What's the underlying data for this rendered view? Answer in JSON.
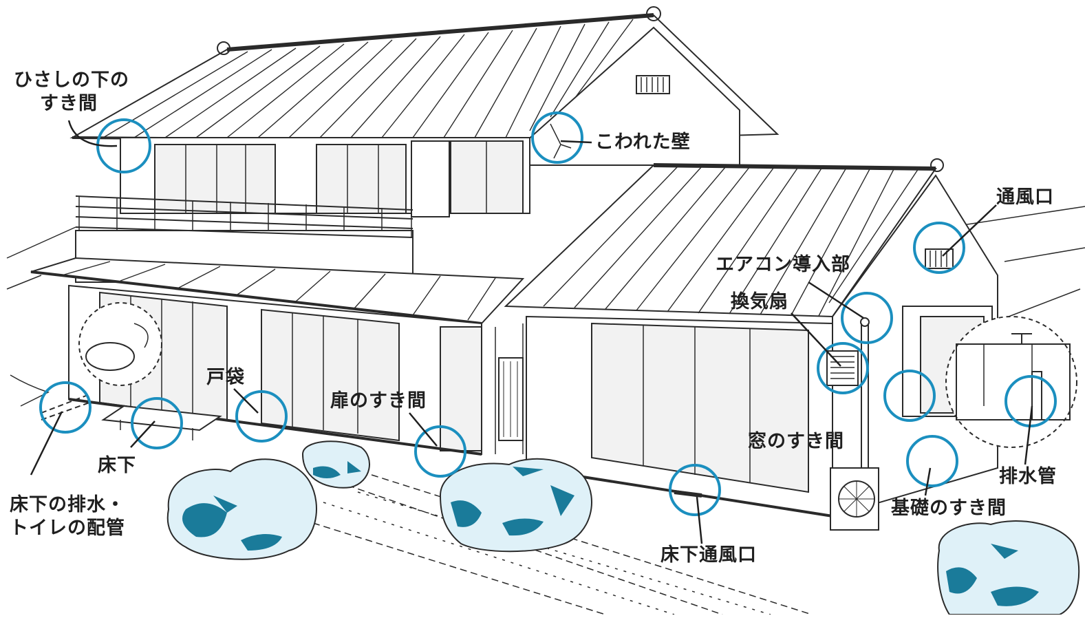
{
  "colors": {
    "marker": "#1b8fbf",
    "shrub_fill": "#dff1f8",
    "shrub_shadow": "#1a7b9a",
    "line": "#2a2a2a",
    "wall": "#ffffff",
    "window": "#f2f2f2"
  },
  "labels": {
    "eaves": [
      "ひさしの下の",
      "すき間"
    ],
    "broken_wall": "こわれた壁",
    "vent": "通風口",
    "aircon": "エアコン導入部",
    "fan": "換気扇",
    "door_pocket": "戸袋",
    "door_gap": "扉のすき間",
    "window_gap": "窓のすき間",
    "underfloor": "床下",
    "drain_toilet": [
      "床下の排水・",
      "トイレの配管"
    ],
    "floor_vent": "床下通風口",
    "foundation_gap": "基礎のすき間",
    "drain_pipe": "排水管"
  }
}
